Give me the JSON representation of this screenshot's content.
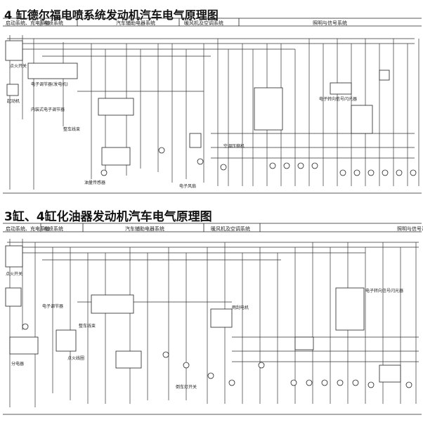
{
  "diagram1": {
    "title": "4 缸德尔福电喷系统发动机汽车电气原理图",
    "sections": [
      "启动系统、充电系统",
      "电喷系统",
      "汽车辅助电器系统",
      "暖风机及空调系统",
      "照明与信号系统"
    ],
    "labels": [
      "点火开关",
      "起动机",
      "电子调节器(发电机)",
      "内装式电子调节器",
      "整车线束",
      "油量传感器",
      "电子风扇",
      "空调压缩机",
      "电子转向信号闪光器"
    ]
  },
  "diagram2": {
    "title": "3缸、4缸化油器发动机汽车电气原理图",
    "sections": [
      "启动系统、充电系统",
      "电喷系统",
      "汽车辅助电器系统",
      "暖风机及空调系统",
      "照明与信号系统"
    ],
    "labels": [
      "点火开关",
      "电子调节器",
      "点火线圈",
      "分电器",
      "整车线束",
      "电子转向信号闪光器",
      "雨刮电机",
      "倒车灯开关"
    ]
  }
}
